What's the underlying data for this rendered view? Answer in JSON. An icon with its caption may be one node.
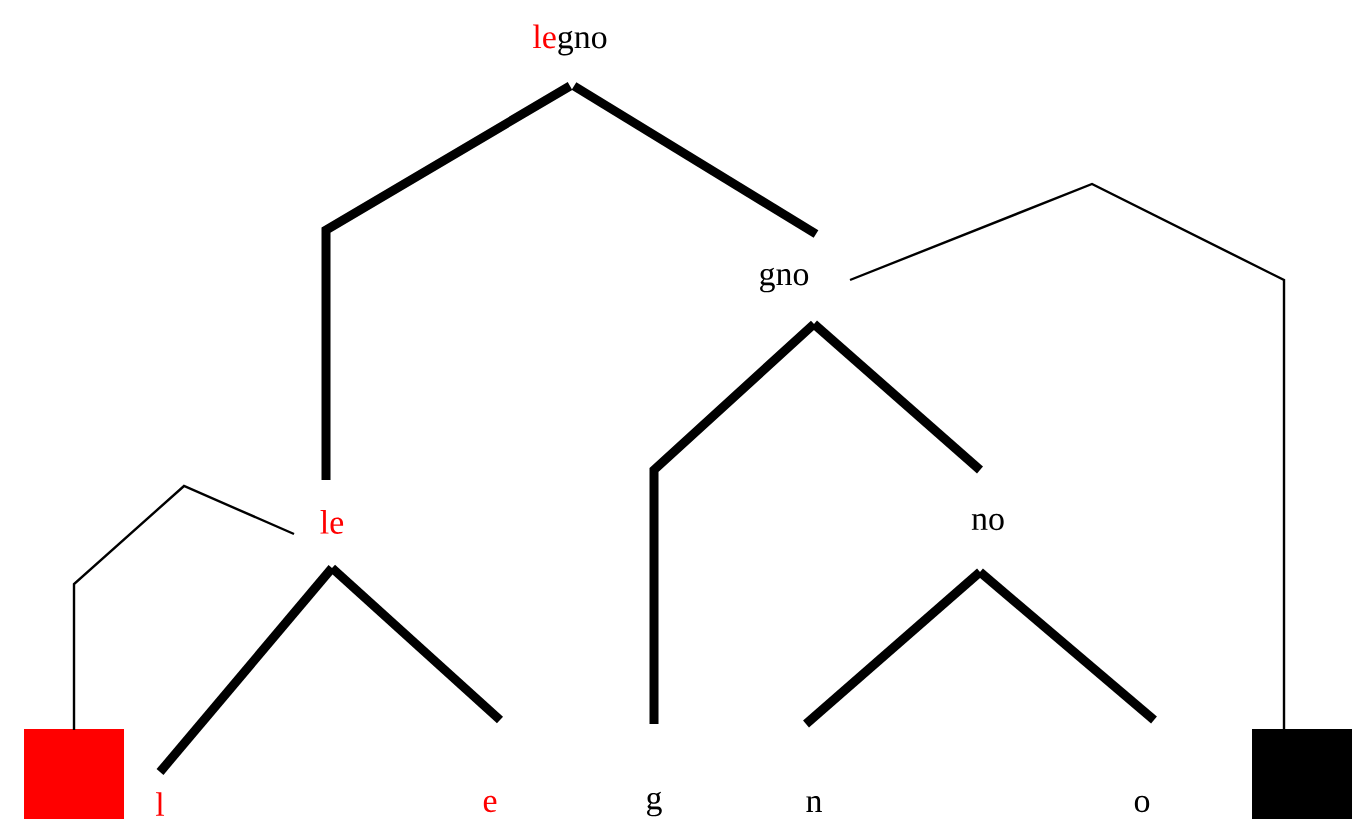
{
  "diagram": {
    "nodes": [
      {
        "text": [
          "le",
          "gno"
        ]
      },
      {
        "text": [
          "le"
        ]
      },
      {
        "text": [
          "gno"
        ]
      },
      {
        "text": [
          "no"
        ]
      },
      {
        "text": [
          "l"
        ]
      },
      {
        "text": [
          "e"
        ]
      },
      {
        "text": [
          "g"
        ]
      },
      {
        "text": [
          "n"
        ]
      },
      {
        "text": [
          "o"
        ]
      },
      {
        "text": [],
        "shape": "box"
      },
      {
        "text": [],
        "shape": "box"
      }
    ],
    "edges": [
      {
        "from": 0,
        "to": 1,
        "arrow": "none"
      },
      {
        "from": 0,
        "to": 2,
        "arrow": "none"
      },
      {
        "from": 1,
        "to": 4,
        "arrow": "none"
      },
      {
        "from": 1,
        "to": 5,
        "arrow": "none"
      },
      {
        "from": 2,
        "to": 6,
        "arrow": "none"
      },
      {
        "from": 2,
        "to": 3,
        "arrow": "none"
      },
      {
        "from": 3,
        "to": 7,
        "arrow": "none"
      },
      {
        "from": 3,
        "to": 8,
        "arrow": "none"
      },
      {
        "from": 1,
        "to": 9,
        "arrow": "none"
      },
      {
        "from": 2,
        "to": 10,
        "arrow": "none"
      }
    ]
  }
}
